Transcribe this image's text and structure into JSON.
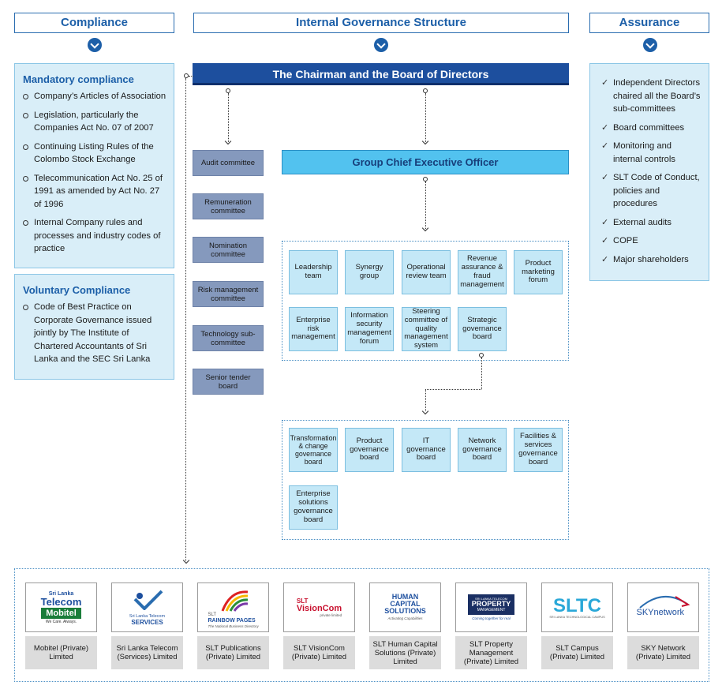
{
  "headers": {
    "compliance": "Compliance",
    "governance": "Internal Governance Structure",
    "assurance": "Assurance"
  },
  "mandatory": {
    "title": "Mandatory compliance",
    "items": [
      "Company’s Articles of Association",
      "Legislation, particularly the Companies Act No. 07 of 2007",
      "Continuing Listing Rules of the Colombo Stock Exchange",
      "Telecommunication Act No. 25 of 1991 as amended by Act No. 27 of 1996",
      "Internal Company rules and processes and industry codes of practice"
    ]
  },
  "voluntary": {
    "title": "Voluntary Compliance",
    "items": [
      "Code of Best Practice on Corporate Governance issued jointly by The Institute of Chartered Accountants of Sri Lanka and the SEC Sri Lanka"
    ]
  },
  "assurance": {
    "items": [
      "Independent Directors chaired all the Board’s sub-committees",
      "Board committees",
      "Monitoring and internal controls",
      "SLT Code of Conduct, policies and procedures",
      "External audits",
      "COPE",
      "Major shareholders"
    ]
  },
  "board": "The Chairman and the Board of Directors",
  "ceo": "Group Chief Executive Officer",
  "committees": [
    "Audit committee",
    "Remuneration committee",
    "Nomination committee",
    "Risk management committee",
    "Technology sub-committee",
    "Senior tender board"
  ],
  "forums1": [
    "Leadership team",
    "Synergy group",
    "Operational review team",
    "Revenue assurance & fraud management",
    "Product marketing forum",
    "Enterprise risk management",
    "Information security management forum",
    "Steering committee of quality management system",
    "Strategic governance board"
  ],
  "forums2": [
    "Transformation & change governance board",
    "Product governance board",
    "IT governance board",
    "Network governance board",
    "Facilities & services governance board",
    "Enterprise solutions governance board"
  ],
  "subsidiaries": [
    {
      "name": "Mobitel (Private) Limited",
      "logo_line1": "Sri Lanka",
      "logo_line2": "Telecom",
      "logo_line3": "Mobitel",
      "logo_tag": "We Care. Always."
    },
    {
      "name": "Sri Lanka Telecom (Services) Limited",
      "logo_line1": "Sri Lanka Telecom",
      "logo_line2": "SERVICES"
    },
    {
      "name": "SLT Publications (Private) Limited",
      "logo_line1": "SLT",
      "logo_line2": "RAINBOW PAGES",
      "logo_tag": "The National Business Directory"
    },
    {
      "name": "SLT VisionCom (Private) Limited",
      "logo_line1": "SLT",
      "logo_line2": "VisionCom",
      "logo_tag": "private limited"
    },
    {
      "name": "SLT Human Capital Solutions (Private) Limited",
      "logo_line1": "HUMAN",
      "logo_line2": "CAPITAL",
      "logo_line3": "SOLUTIONS",
      "logo_tag": "Activating Capabilities"
    },
    {
      "name": "SLT Property Management (Private) Limited",
      "logo_line1": "SRI LANKA TELECOM",
      "logo_line2": "PROPERTY",
      "logo_line3": "MANAGEMENT",
      "logo_tag": "Coming together for real"
    },
    {
      "name": "SLT Campus (Private) Limited",
      "logo_line1": "SLTC",
      "logo_tag": "SRI LANKA TECHNOLOGICAL CAMPUS"
    },
    {
      "name": "SKY Network (Private) Limited",
      "logo_line1": "SKYnetwork"
    }
  ],
  "colors": {
    "navy": "#1d4f9e",
    "accent": "#1c5fa8",
    "ceo": "#52c2ef",
    "panel": "#d9eef8",
    "committee": "#8599bd",
    "forum": "#c4e8f7"
  }
}
